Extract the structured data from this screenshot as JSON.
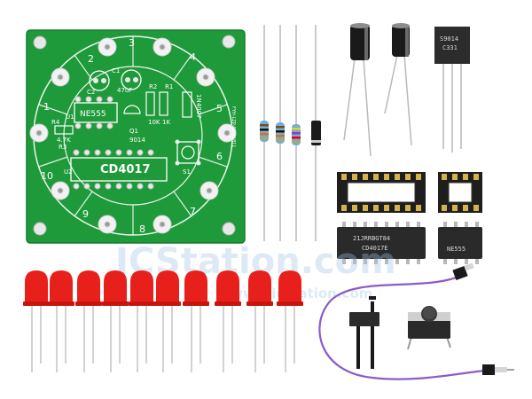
{
  "pcb": {
    "title": "CD4017",
    "timer": "NE555",
    "corner_code": "FYH-LZP-02-76811",
    "numbers": [
      "1",
      "2",
      "3",
      "4",
      "5",
      "6",
      "7",
      "8",
      "9",
      "10"
    ],
    "labels": {
      "c1": "C1",
      "c2": "C2",
      "r1": "R1",
      "r2": "R2",
      "r3": "R3",
      "r4": "R4",
      "r1_val": "10K",
      "r2_val": "1K",
      "d1": "1N4007",
      "q1": "Q1",
      "q1_val": "9014",
      "cap_val": "47uF",
      "u1": "U1",
      "u2": "U2",
      "s1": "S1",
      "k1": "4.7K"
    }
  },
  "transistor": {
    "line1": "S9014",
    "line2": "C331"
  },
  "chips": {
    "big": {
      "line1": "21JRRBGT84",
      "line2": "CD4017E"
    },
    "small": {
      "line1": "",
      "line2": "NE555"
    }
  },
  "watermark": {
    "line1": "ICStation.com",
    "line2": "www.icstation.com"
  },
  "colors": {
    "pcb": "#1f9a3a",
    "led": "#e8201c",
    "wire": "#8a5cc8",
    "chip": "#2a2a2a",
    "capacitor": "#1a1a1a",
    "resistor": "#6fb0d8"
  }
}
